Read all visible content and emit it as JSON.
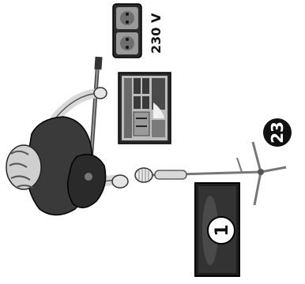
{
  "power_outlet": {
    "label": "230 V",
    "icon": "double-socket-icon"
  },
  "amplifier": {
    "icon": "guitar-amp-icon"
  },
  "guitarist": {
    "icon": "guitarist-topview-icon"
  },
  "microphone": {
    "icon": "microphone-on-stand-icon"
  },
  "monitor": {
    "number": "1",
    "icon": "speaker-monitor-icon"
  },
  "badge": {
    "number": "23"
  },
  "colors": {
    "ink": "#111111",
    "grey": "#8a8a8a",
    "skin": "#e8e8e8",
    "light": "#d0d0d0"
  }
}
